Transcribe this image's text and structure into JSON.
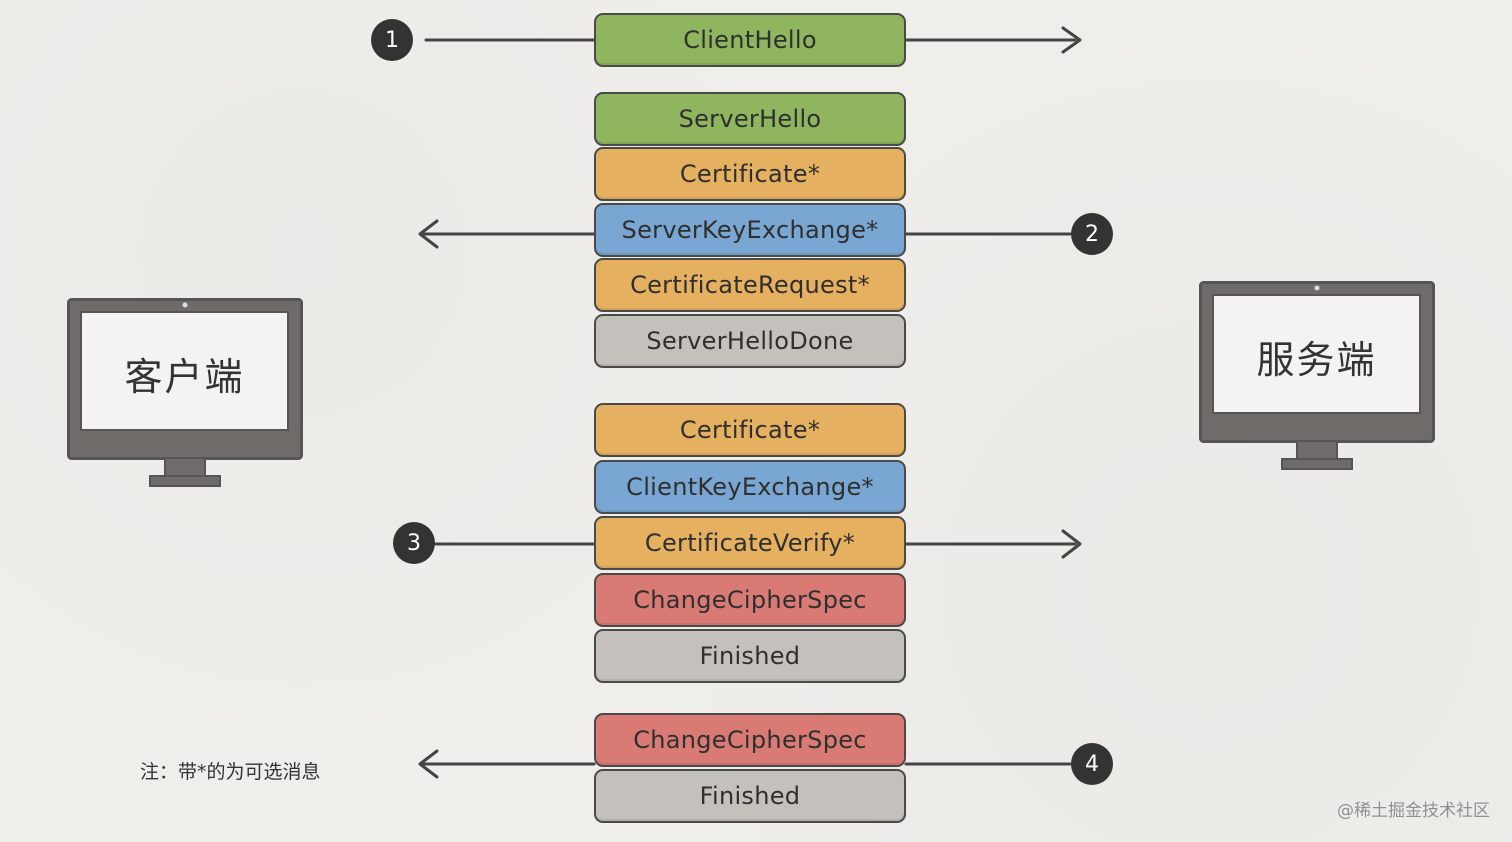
{
  "colors": {
    "green": "#8fb55e",
    "orange": "#e5b060",
    "blue": "#79a6d2",
    "gray": "#c4c0bb",
    "red": "#d97b74",
    "badge": "#333333",
    "line": "#444444"
  },
  "client_label": "客户端",
  "server_label": "服务端",
  "note": "注：带*的为可选消息",
  "watermark": "@稀土掘金技术社区",
  "steps": [
    {
      "number": "1",
      "direction": "client-to-server"
    },
    {
      "number": "2",
      "direction": "server-to-client"
    },
    {
      "number": "3",
      "direction": "client-to-server"
    },
    {
      "number": "4",
      "direction": "server-to-client"
    }
  ],
  "messages": [
    {
      "label": "ClientHello",
      "color": "green"
    },
    {
      "label": "ServerHello",
      "color": "green"
    },
    {
      "label": "Certificate*",
      "color": "orange"
    },
    {
      "label": "ServerKeyExchange*",
      "color": "blue"
    },
    {
      "label": "CertificateRequest*",
      "color": "orange"
    },
    {
      "label": "ServerHelloDone",
      "color": "gray"
    },
    {
      "label": "Certificate*",
      "color": "orange"
    },
    {
      "label": "ClientKeyExchange*",
      "color": "blue"
    },
    {
      "label": "CertificateVerify*",
      "color": "orange"
    },
    {
      "label": "ChangeCipherSpec",
      "color": "red"
    },
    {
      "label": "Finished",
      "color": "gray"
    },
    {
      "label": "ChangeCipherSpec",
      "color": "red"
    },
    {
      "label": "Finished",
      "color": "gray"
    }
  ]
}
